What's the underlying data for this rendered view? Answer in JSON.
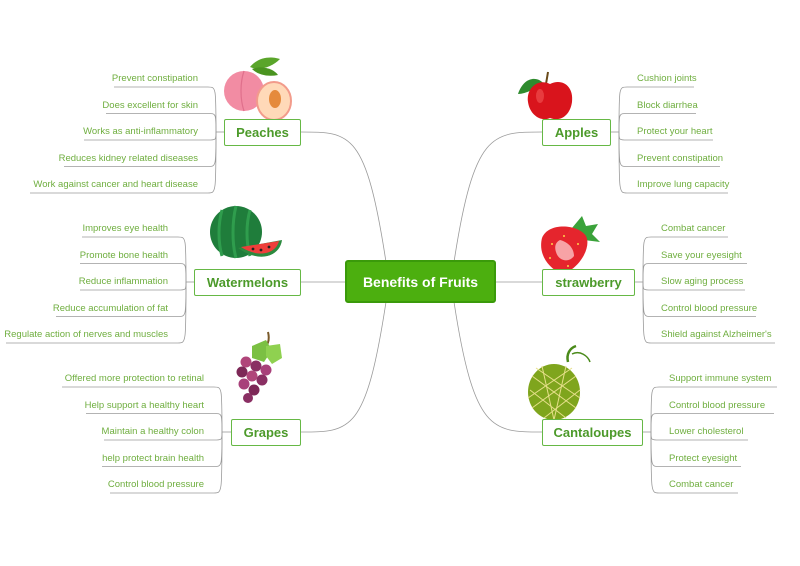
{
  "center": {
    "label": "Benefits of Fruits"
  },
  "branches": {
    "peaches": {
      "label": "Peaches",
      "items": [
        "Prevent constipation",
        "Does excellent for skin",
        "Works as anti-inflammatory",
        "Reduces kidney related diseases",
        "Work against cancer and heart disease"
      ]
    },
    "watermelons": {
      "label": "Watermelons",
      "items": [
        "Improves eye health",
        "Promote bone health",
        "Reduce inflammation",
        "Reduce accumulation of fat",
        "Regulate action of nerves and muscles"
      ]
    },
    "grapes": {
      "label": "Grapes",
      "items": [
        "Offered more protection to retinal",
        "Help support a healthy heart",
        "Maintain a healthy colon",
        "help protect brain health",
        "Control blood pressure"
      ]
    },
    "apples": {
      "label": "Apples",
      "items": [
        "Cushion joints",
        "Block diarrhea",
        "Protect your heart",
        "Prevent constipation",
        "Improve lung capacity"
      ]
    },
    "strawberry": {
      "label": "strawberry",
      "items": [
        "Combat cancer",
        "Save your eyesight",
        "Slow aging process",
        "Control blood pressure",
        "Shield against Alzheimer's"
      ]
    },
    "cantaloupes": {
      "label": "Cantaloupes",
      "items": [
        "Support immune system",
        "Control blood pressure",
        "Lower cholesterol",
        "Protect eyesight",
        "Combat cancer"
      ]
    }
  },
  "icons": {
    "peaches": "peach-icon",
    "watermelons": "watermelon-icon",
    "grapes": "grapes-icon",
    "apples": "apple-icon",
    "strawberry": "strawberry-icon",
    "cantaloupes": "cantaloupe-icon"
  },
  "colors": {
    "center_fill": "#4caf0f",
    "branch_border": "#66b845",
    "branch_text": "#4c9a2a",
    "leaf_text": "#6fae3f",
    "line": "#9a9a9a"
  }
}
